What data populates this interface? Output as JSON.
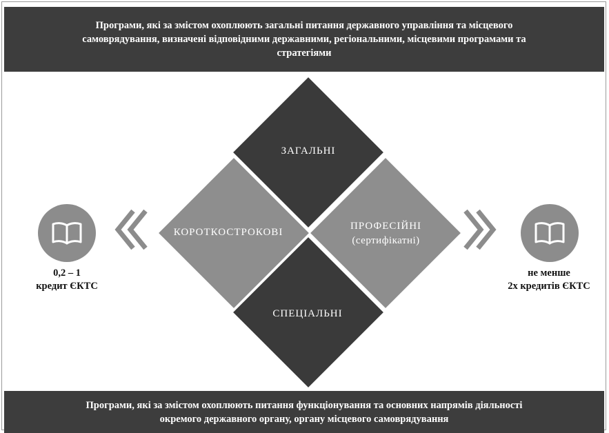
{
  "top_banner": {
    "line1": "Програми, які за змістом охоплюють загальні питання державного управління та місцевого",
    "line2": "самоврядування, визначені відповідними державними, регіональними, місцевими програмами та",
    "line3": "стратегіями"
  },
  "diamonds": {
    "top": "ЗАГАЛЬНІ",
    "left": "КОРОТКОСТРОКОВІ",
    "right_line1": "ПРОФЕСІЙНІ",
    "right_line2": "(сертифікатні)",
    "bottom": "СПЕЦІАЛЬНІ"
  },
  "left_side": {
    "icon": "open-book-icon",
    "line1": "0,2 – 1",
    "line2": "кредит ЄКТС"
  },
  "right_side": {
    "icon": "open-book-icon",
    "line1": "не менше",
    "line2": "2х кредитів ЄКТС"
  },
  "bottom_banner": {
    "line1": "Програми, які за змістом охоплюють питання функціонування та основних напрямів діяльності",
    "line2": "окремого державного органу, органу місцевого самоврядування"
  },
  "colors": {
    "banner": "#3d3d3d",
    "diamond_dark": "#3a3a3a",
    "diamond_light": "#8e8e8e",
    "circle": "#8c8c8c",
    "chevron": "#8c8c8c"
  }
}
